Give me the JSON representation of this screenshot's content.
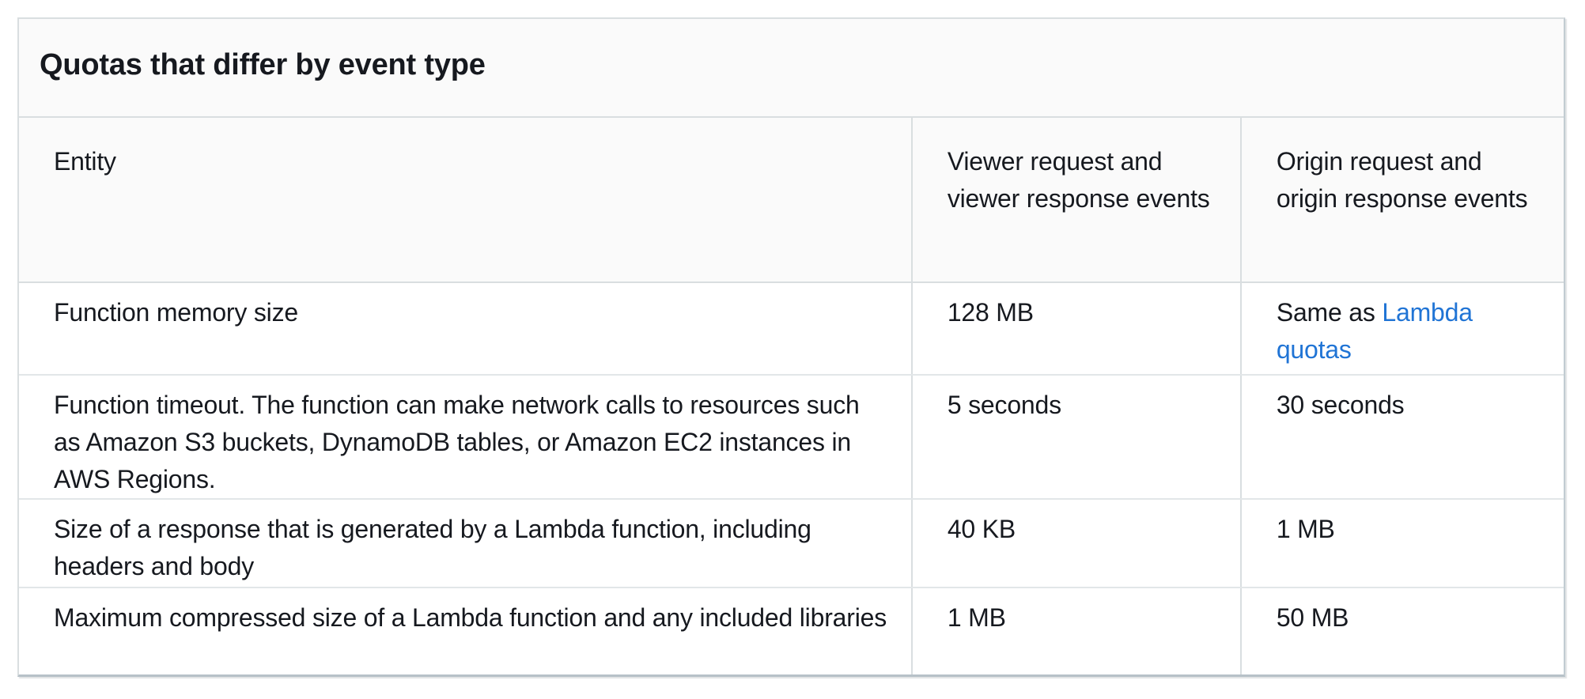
{
  "table": {
    "title": "Quotas that differ by event type",
    "columns": [
      {
        "label": "Entity"
      },
      {
        "label": "Viewer request and viewer response events"
      },
      {
        "label": "Origin request and origin response events"
      }
    ],
    "rows": [
      {
        "entity": "Function memory size",
        "viewer": "128 MB",
        "origin_text": "Same as ",
        "origin_link": "Lambda quotas"
      },
      {
        "entity": "Function timeout. The function can make network calls to resources such as Amazon S3 buckets, DynamoDB tables, or Amazon EC2 instances in AWS Regions.",
        "viewer": "5 seconds",
        "origin": "30 seconds"
      },
      {
        "entity": "Size of a response that is generated by a Lambda function, including headers and body",
        "viewer": "40 KB",
        "origin": "1 MB"
      },
      {
        "entity": "Maximum compressed size of a Lambda function and any included libraries",
        "viewer": "1 MB",
        "origin": "50 MB"
      }
    ],
    "colors": {
      "link": "#2074d5",
      "text": "#16191f",
      "header_bg": "#fafafa",
      "border": "#d9dee0"
    }
  }
}
